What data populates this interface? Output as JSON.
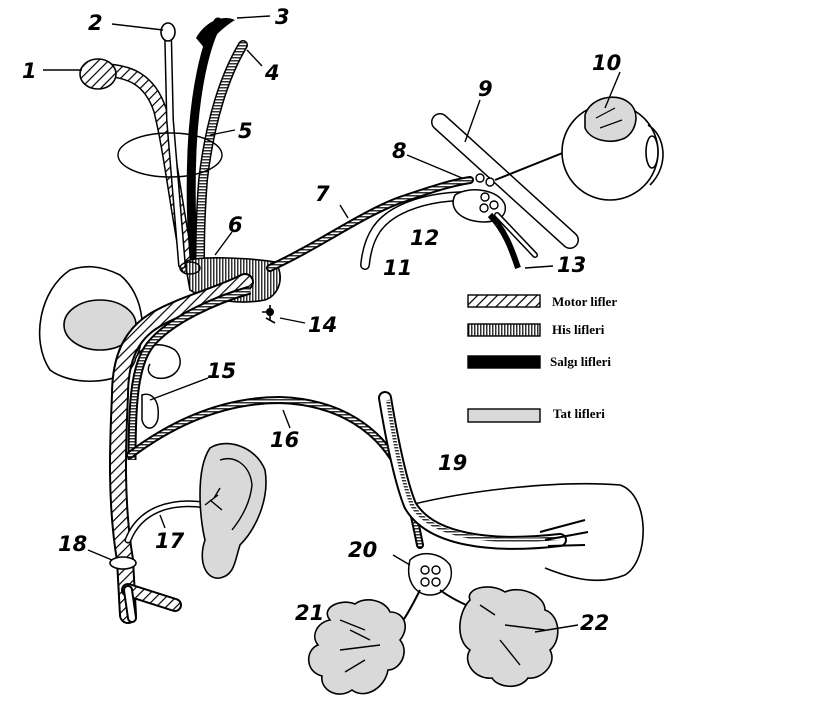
{
  "labels": {
    "n1": "1",
    "n2": "2",
    "n3": "3",
    "n4": "4",
    "n5": "5",
    "n6": "6",
    "n7": "7",
    "n8": "8",
    "n9": "9",
    "n10": "10",
    "n11": "11",
    "n12": "12",
    "n13": "13",
    "n14": "14",
    "n15": "15",
    "n16": "16",
    "n17": "17",
    "n18": "18",
    "n19": "19",
    "n20": "20",
    "n21": "21",
    "n22": "22"
  },
  "legend": {
    "motor": "Motor lifler",
    "sensory": "His lifleri",
    "secretory": "Salgı lifleri",
    "taste": "Tat lifleri"
  },
  "colors": {
    "line": "#000000",
    "taste_fill": "#d9d9d9",
    "background": "#ffffff"
  }
}
